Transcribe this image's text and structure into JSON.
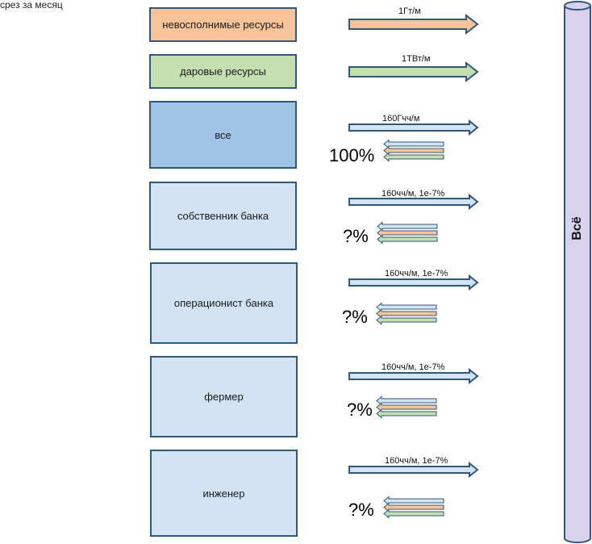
{
  "header": {
    "title": "срез за месяц"
  },
  "boxes": [
    {
      "label": "невосполнимые ресурсы",
      "color": "#f9c39a"
    },
    {
      "label": "даровые ресурсы",
      "color": "#c5dfb1"
    },
    {
      "label": "все",
      "color": "#a0c3e6"
    },
    {
      "label": "собственник банка",
      "color": "#d2e3f4"
    },
    {
      "label": "операционист банка",
      "color": "#d2e3f4"
    },
    {
      "label": "фермер",
      "color": "#d2e3f4"
    },
    {
      "label": "инженер",
      "color": "#d2e3f4"
    }
  ],
  "flows": [
    {
      "label": "1Гт/м",
      "fill": "#f9c39a"
    },
    {
      "label": "1ТВт/м",
      "fill": "#c5dfb1"
    },
    {
      "label": "160Гчч/м",
      "fill": "#d2e3f4"
    },
    {
      "label": "160чч/м, 1е-7%",
      "fill": "#d2e3f4"
    },
    {
      "label": "160чч/м, 1е-7%",
      "fill": "#d2e3f4"
    },
    {
      "label": "160чч/м, 1е-7%",
      "fill": "#d2e3f4"
    },
    {
      "label": "160чч/м, 1е-7%",
      "fill": "#d2e3f4"
    }
  ],
  "shares": [
    {
      "text": "100%"
    },
    {
      "text": "?%"
    },
    {
      "text": "?%"
    },
    {
      "text": "?%"
    },
    {
      "text": "?%"
    }
  ],
  "total": {
    "label": "Всё",
    "color": "#d9d2ec"
  },
  "colors": {
    "outline": "#30577e",
    "return_blue": "#d2e3f4",
    "return_orange": "#f9c39a",
    "return_green": "#c5dfb1"
  }
}
